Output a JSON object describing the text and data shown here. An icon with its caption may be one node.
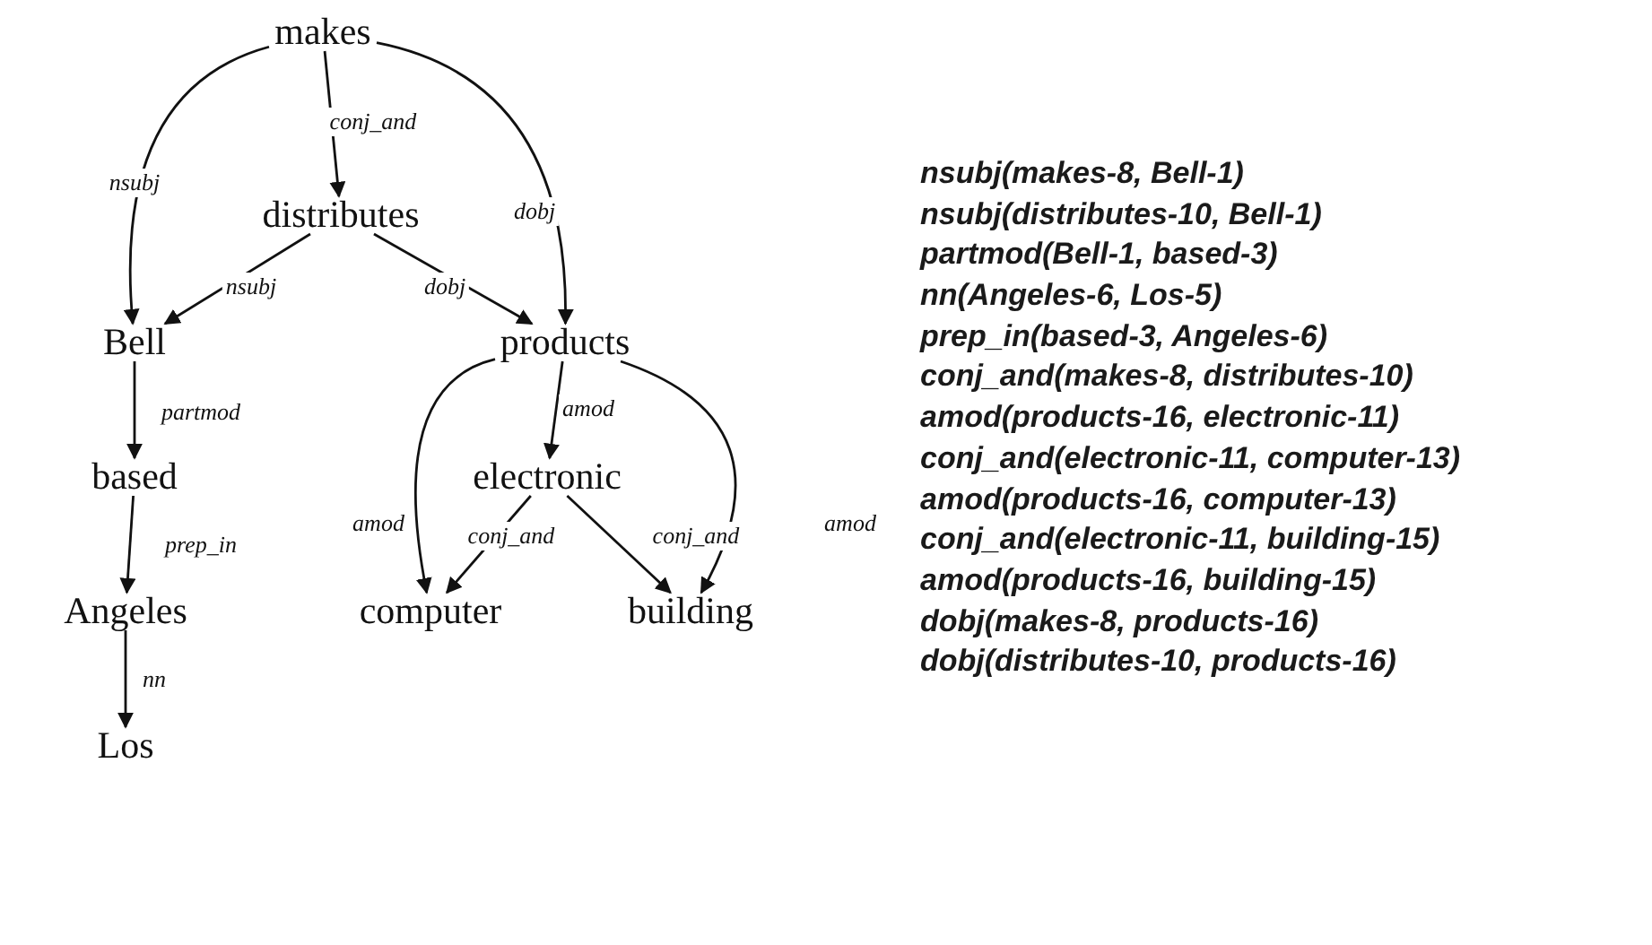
{
  "diagram": {
    "nodes": [
      {
        "text": [
          "makes"
        ]
      },
      {
        "text": [
          "distributes"
        ]
      },
      {
        "text": [
          "Bell"
        ]
      },
      {
        "text": [
          "products"
        ]
      },
      {
        "text": [
          "based"
        ]
      },
      {
        "text": [
          "electronic"
        ]
      },
      {
        "text": [
          "Angeles"
        ]
      },
      {
        "text": [
          "computer"
        ]
      },
      {
        "text": [
          "building"
        ]
      },
      {
        "text": [
          "Los"
        ]
      }
    ],
    "edges": [
      {
        "from": 0,
        "to": 2,
        "arrow": "to",
        "label": "nsubj"
      },
      {
        "from": 0,
        "to": 1,
        "arrow": "to",
        "label": "conj_and"
      },
      {
        "from": 0,
        "to": 3,
        "arrow": "to",
        "label": "dobj"
      },
      {
        "from": 1,
        "to": 2,
        "arrow": "to",
        "label": "nsubj"
      },
      {
        "from": 1,
        "to": 3,
        "arrow": "to",
        "label": "dobj"
      },
      {
        "from": 2,
        "to": 4,
        "arrow": "to",
        "label": "partmod"
      },
      {
        "from": 3,
        "to": 5,
        "arrow": "to",
        "label": "amod"
      },
      {
        "from": 3,
        "to": 7,
        "arrow": "to",
        "label": "amod"
      },
      {
        "from": 3,
        "to": 8,
        "arrow": "to",
        "label": "amod"
      },
      {
        "from": 4,
        "to": 6,
        "arrow": "to",
        "label": "prep_in"
      },
      {
        "from": 5,
        "to": 7,
        "arrow": "to",
        "label": "conj_and"
      },
      {
        "from": 5,
        "to": 8,
        "arrow": "to",
        "label": "conj_and"
      },
      {
        "from": 6,
        "to": 9,
        "arrow": "to",
        "label": "nn"
      }
    ],
    "labels": [
      "nsubj(makes-8, Bell-1)",
      "nsubj(distributes-10, Bell-1)",
      "partmod(Bell-1, based-3)",
      "nn(Angeles-6, Los-5)",
      "prep_in(based-3, Angeles-6)",
      "conj_and(makes-8, distributes-10)",
      "amod(products-16, electronic-11)",
      "conj_and(electronic-11, computer-13)",
      "amod(products-16, computer-13)",
      "conj_and(electronic-11, building-15)",
      "amod(products-16, building-15)",
      "dobj(makes-8, products-16)",
      "dobj(distributes-10, products-16)"
    ]
  }
}
